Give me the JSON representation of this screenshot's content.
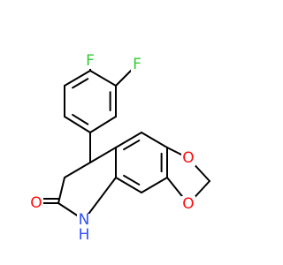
{
  "molecule": {
    "colors": {
      "bond": "#000000",
      "F": "#33cc33",
      "O": "#ff0d0d",
      "N": "#3050f8",
      "background": "#ffffff"
    },
    "atoms": {
      "F1": "F",
      "F2": "F",
      "O_carbonyl": "O",
      "O_ring_top": "O",
      "O_ring_bottom": "O",
      "NH": "N",
      "H_on_N": "H"
    }
  }
}
